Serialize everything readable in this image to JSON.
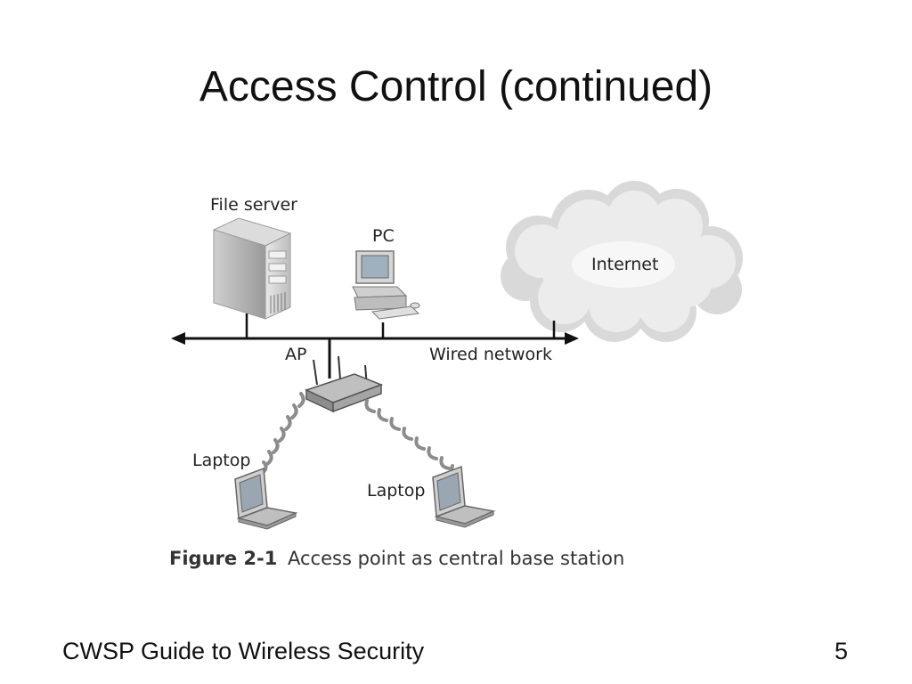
{
  "slide": {
    "title": "Access Control (continued)",
    "footer": "CWSP Guide to Wireless Security",
    "page_number": "5"
  },
  "diagram": {
    "labels": {
      "file_server": "File server",
      "pc": "PC",
      "internet": "Internet",
      "ap": "AP",
      "wired_network": "Wired network",
      "laptop_left": "Laptop",
      "laptop_right": "Laptop"
    },
    "caption": {
      "number": "Figure 2-1",
      "text": "Access point as central base station"
    }
  }
}
